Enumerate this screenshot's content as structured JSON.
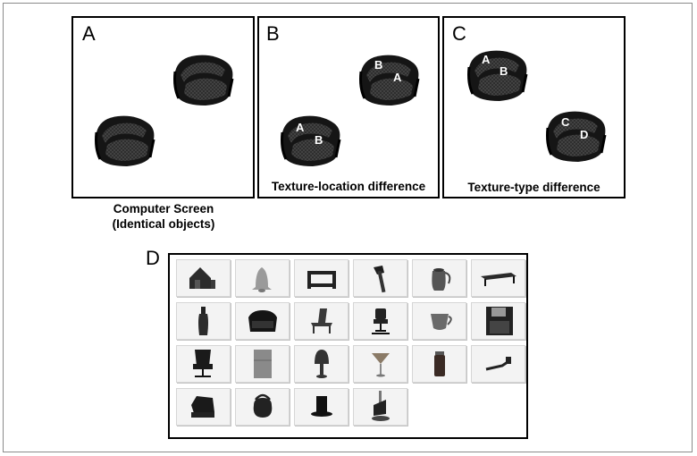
{
  "panels": [
    {
      "letter": "A",
      "caption_line1": "Computer Screen",
      "caption_line2": "(Identical objects)",
      "chair_labels": []
    },
    {
      "letter": "B",
      "caption_line1": "Texture-location difference",
      "caption_line2": "",
      "chair_labels": [
        [
          "B",
          "A"
        ],
        [
          "A",
          "B"
        ]
      ]
    },
    {
      "letter": "C",
      "caption_line1": "Texture-type difference",
      "caption_line2": "",
      "chair_labels": [
        [
          "A",
          "B"
        ],
        [
          "C",
          "D"
        ]
      ]
    }
  ],
  "object_grid": {
    "letter": "D",
    "rows": [
      [
        "house",
        "bell",
        "bench",
        "axe",
        "coffee-pot",
        "table"
      ],
      [
        "bottle",
        "armchair",
        "adirondack-chair",
        "office-chair",
        "cup",
        "floppy-disk"
      ],
      [
        "executive-chair",
        "cabinet",
        "lamp",
        "martini-glass",
        "jar",
        "pipe"
      ],
      [
        "recliner",
        "kettle",
        "top-hat",
        "sculpture"
      ]
    ]
  },
  "colors": {
    "chair": "#1c1c1c",
    "texture": "#3a3a3a",
    "frame": "#000000",
    "cell_bg": "#f3f3f3"
  }
}
